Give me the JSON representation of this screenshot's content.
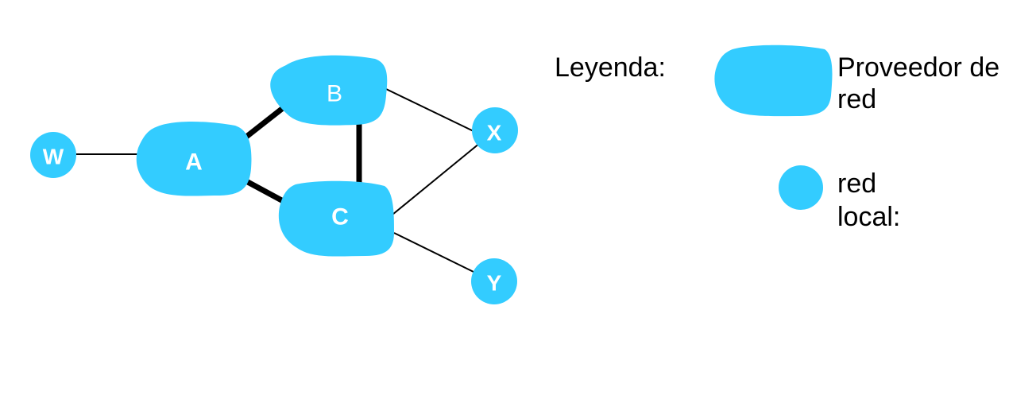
{
  "colors": {
    "node_fill": "#33ccff",
    "link": "#000000",
    "label_text": "#ffffff",
    "legend_text": "#000000"
  },
  "providers": {
    "A": {
      "label": "A"
    },
    "B": {
      "label": "B"
    },
    "C": {
      "label": "C"
    }
  },
  "local_networks": {
    "W": {
      "label": "W"
    },
    "X": {
      "label": "X"
    },
    "Y": {
      "label": "Y"
    }
  },
  "links": [
    {
      "from": "W",
      "to": "A",
      "kind": "access"
    },
    {
      "from": "A",
      "to": "B",
      "kind": "backbone"
    },
    {
      "from": "A",
      "to": "C",
      "kind": "backbone"
    },
    {
      "from": "B",
      "to": "C",
      "kind": "backbone"
    },
    {
      "from": "B",
      "to": "X",
      "kind": "access"
    },
    {
      "from": "C",
      "to": "X",
      "kind": "access"
    },
    {
      "from": "C",
      "to": "Y",
      "kind": "access"
    }
  ],
  "legend": {
    "title": "Leyenda:",
    "provider_label_line1": "Proveedor de",
    "provider_label_line2": "red",
    "local_label_line1": "red",
    "local_label_line2": "local:"
  }
}
